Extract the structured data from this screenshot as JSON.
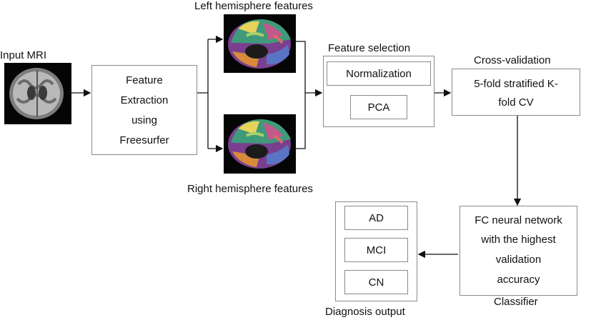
{
  "input": {
    "label": "Input MRI"
  },
  "extraction": {
    "lines": [
      "Feature",
      "Extraction",
      "using",
      "Freesurfer"
    ]
  },
  "hemispheres": {
    "left_label": "Left hemisphere features",
    "right_label": "Right hemisphere features"
  },
  "feature_selection": {
    "title": "Feature selection",
    "steps": [
      "Normalization",
      "PCA"
    ]
  },
  "cross_validation": {
    "title": "Cross-validation",
    "lines": [
      "5-fold stratified K-",
      "fold CV"
    ]
  },
  "classifier": {
    "lines": [
      "FC neural network",
      "with the highest",
      "validation",
      "accuracy"
    ],
    "caption": "Classifier"
  },
  "diagnosis": {
    "classes": [
      "AD",
      "MCI",
      "CN"
    ],
    "caption": "Diagnosis output"
  },
  "colors": {
    "line": "#111111",
    "border": "#8a8a8a",
    "mri_background": "#050505"
  }
}
